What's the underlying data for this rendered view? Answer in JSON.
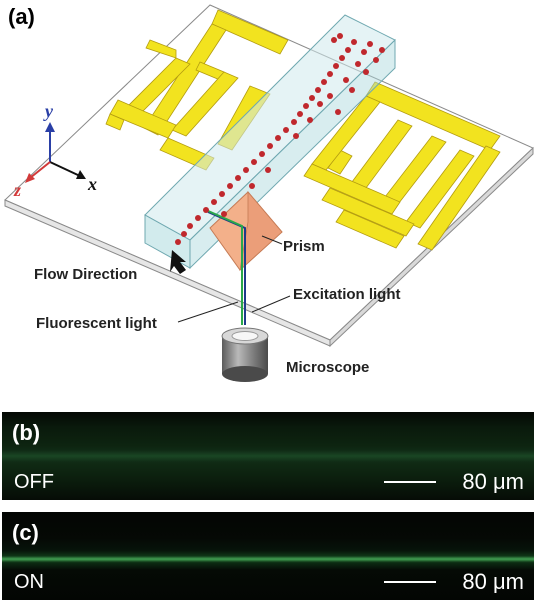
{
  "panel_a": {
    "label": "(a)",
    "axes": {
      "x": "x",
      "y": "y",
      "z": "z"
    },
    "labels": {
      "prism": "Prism",
      "flow_direction": "Flow Direction",
      "excitation_light": "Excitation light",
      "fluorescent_light": "Fluorescent light",
      "microscope": "Microscope"
    },
    "colors": {
      "electrode": "#f2e31f",
      "channel": "#bfe2e6",
      "particle": "#c0282d",
      "prism": "#f3b08a"
    }
  },
  "panel_b": {
    "label": "(b)",
    "state": "OFF",
    "scale": "80 μm"
  },
  "panel_c": {
    "label": "(c)",
    "state": "ON",
    "scale": "80 μm"
  }
}
